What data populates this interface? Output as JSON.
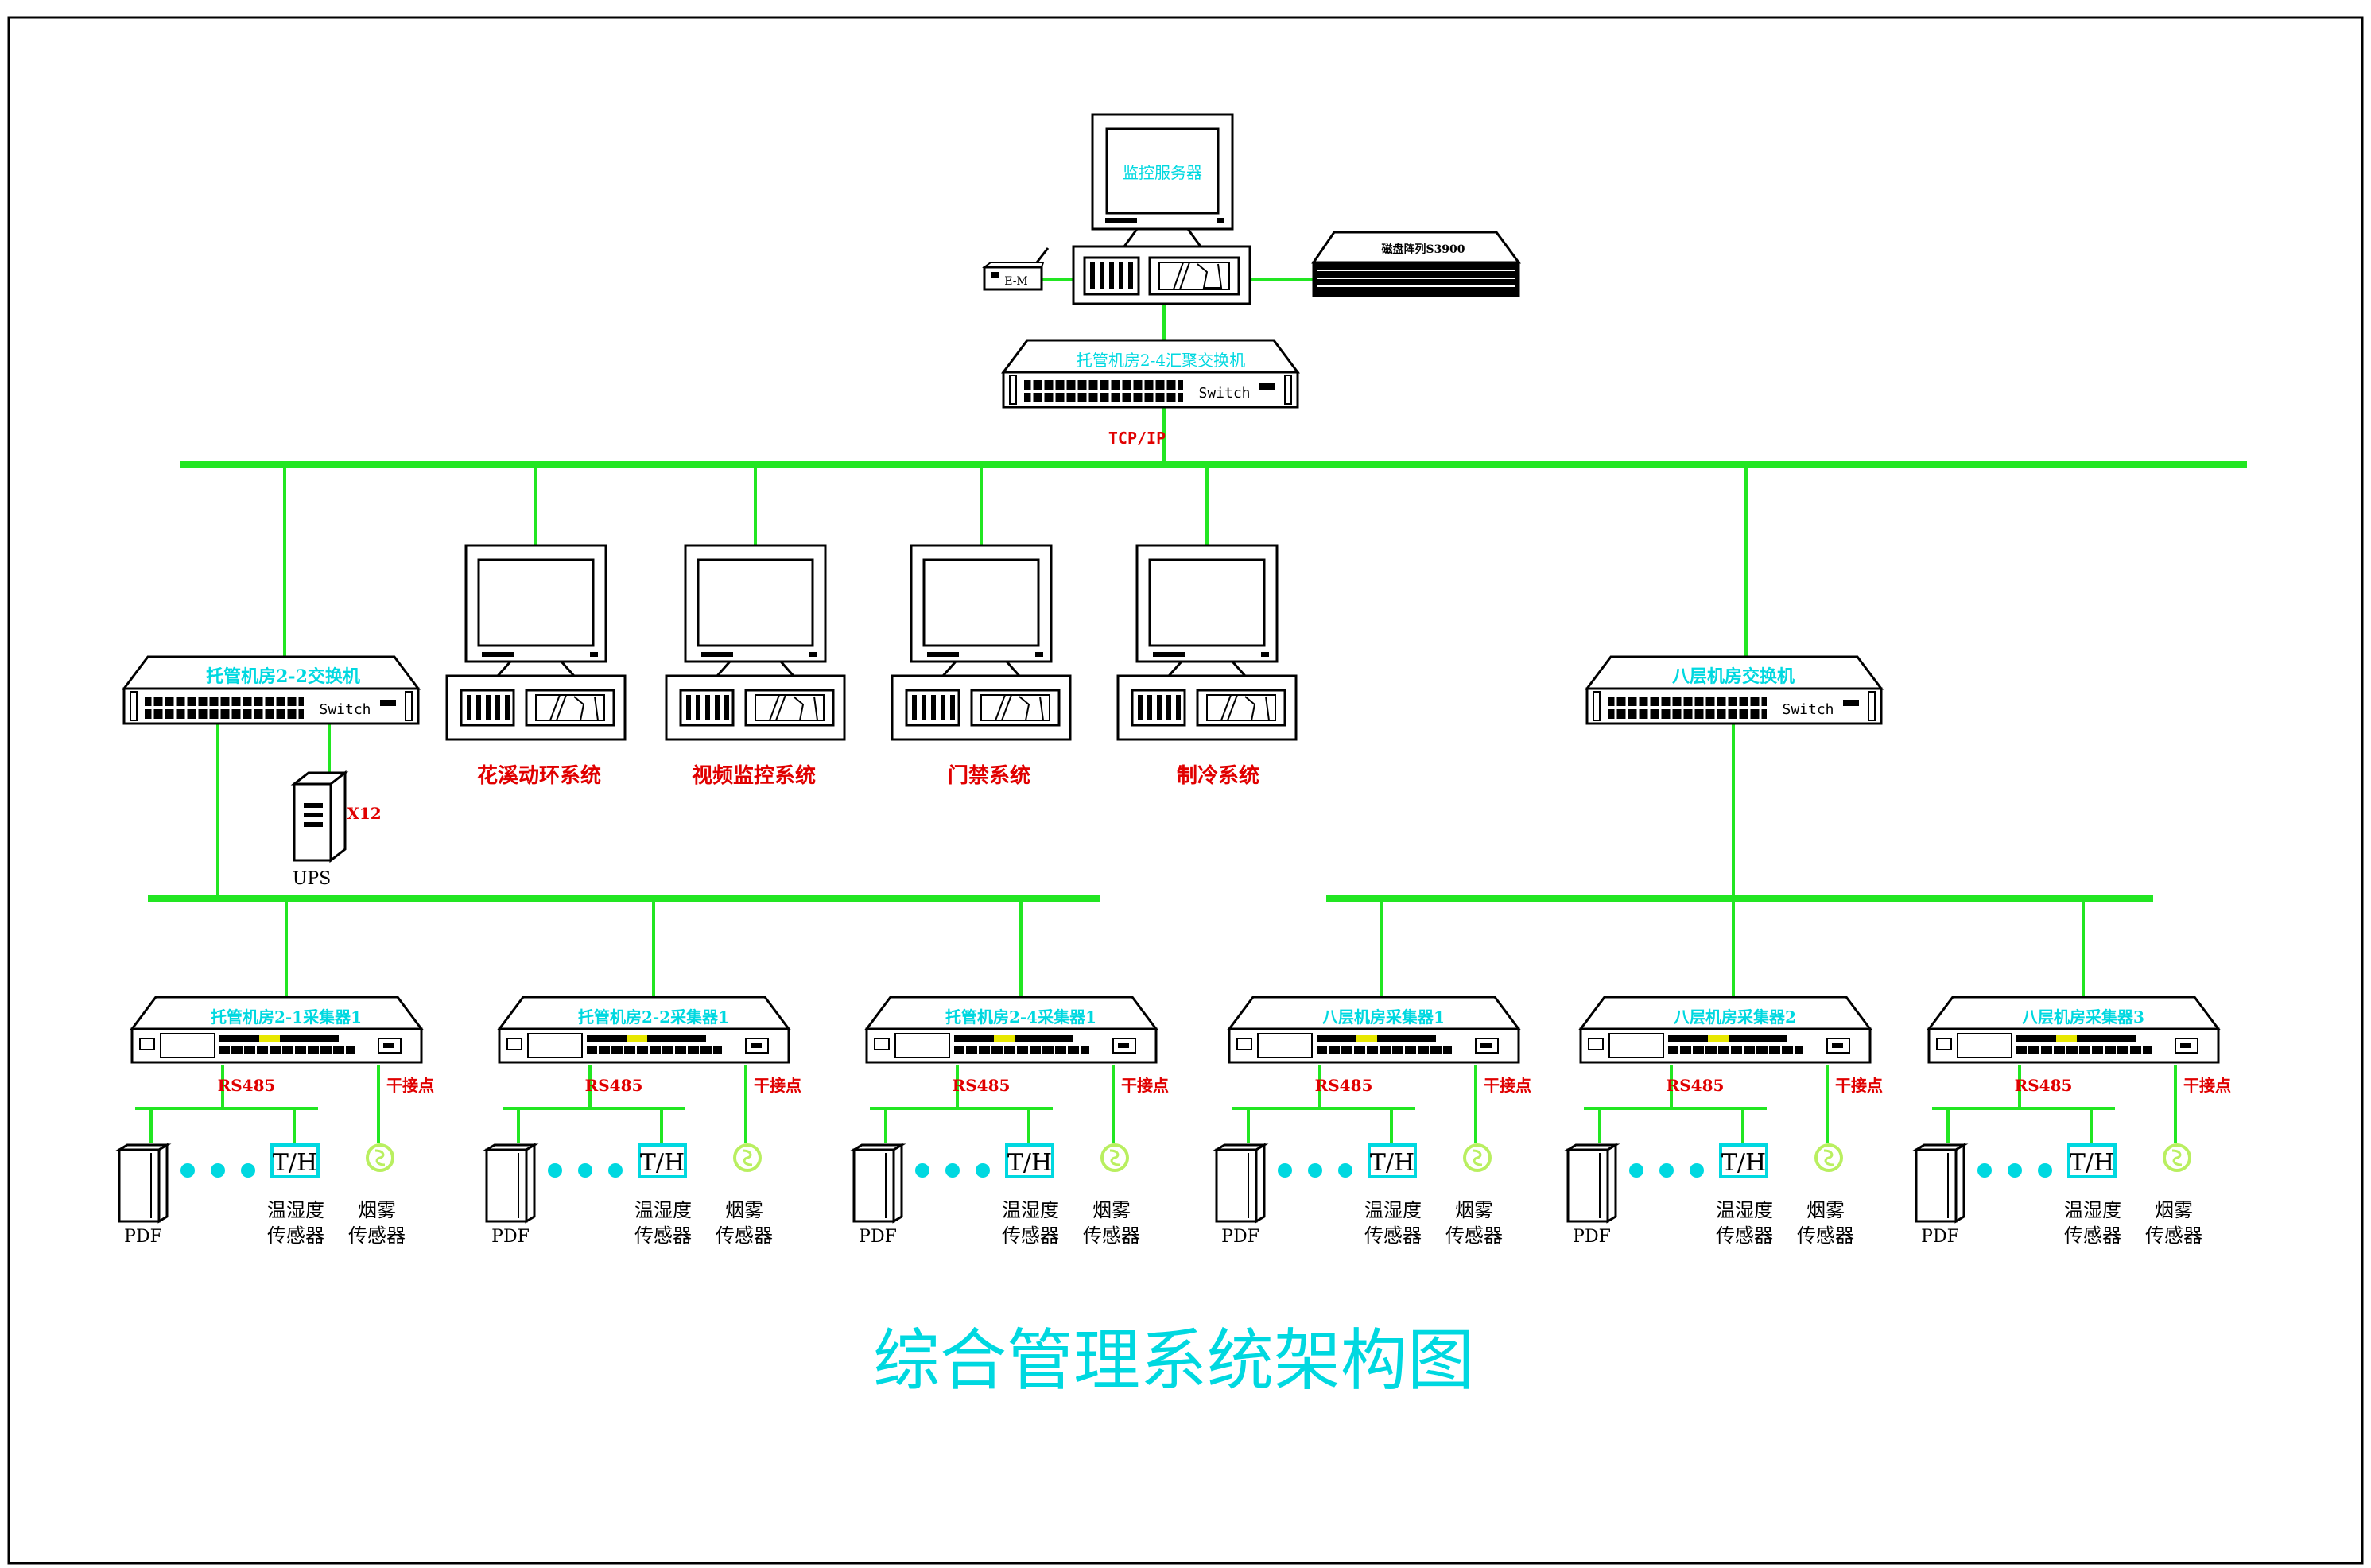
{
  "server": {
    "label": "监控服务器"
  },
  "modem": {
    "label": "E-M"
  },
  "storage": {
    "label": "磁盘阵列S3900"
  },
  "core_switch": {
    "label": "托管机房2-4汇聚交换机",
    "brand": "Switch"
  },
  "protocol": {
    "label": "TCP/IP"
  },
  "left_switch": {
    "label": "托管机房2-2交换机",
    "brand": "Switch"
  },
  "right_switch": {
    "label": "八层机房交换机",
    "brand": "Switch"
  },
  "ups": {
    "label": "UPS",
    "count": "X12"
  },
  "workstations": [
    {
      "label": "花溪动环系统"
    },
    {
      "label": "视频监控系统"
    },
    {
      "label": "门禁系统"
    },
    {
      "label": "制冷系统"
    }
  ],
  "collectors": [
    {
      "label": "托管机房2-1采集器1"
    },
    {
      "label": "托管机房2-2采集器1"
    },
    {
      "label": "托管机房2-4采集器1"
    },
    {
      "label": "八层机房采集器1"
    },
    {
      "label": "八层机房采集器2"
    },
    {
      "label": "八层机房采集器3"
    }
  ],
  "field": {
    "rs485": "RS485",
    "dry_contact": "干接点",
    "pdf": "PDF",
    "th_icon": "T/H",
    "temp_sensor_line1": "温湿度",
    "temp_sensor_line2": "传感器",
    "smoke_sensor_line1": "烟雾",
    "smoke_sensor_line2": "传感器"
  },
  "title": "综合管理系统架构图",
  "colors": {
    "bus": "#22e622",
    "title": "#00d8e0",
    "accent_red": "#e00000"
  }
}
